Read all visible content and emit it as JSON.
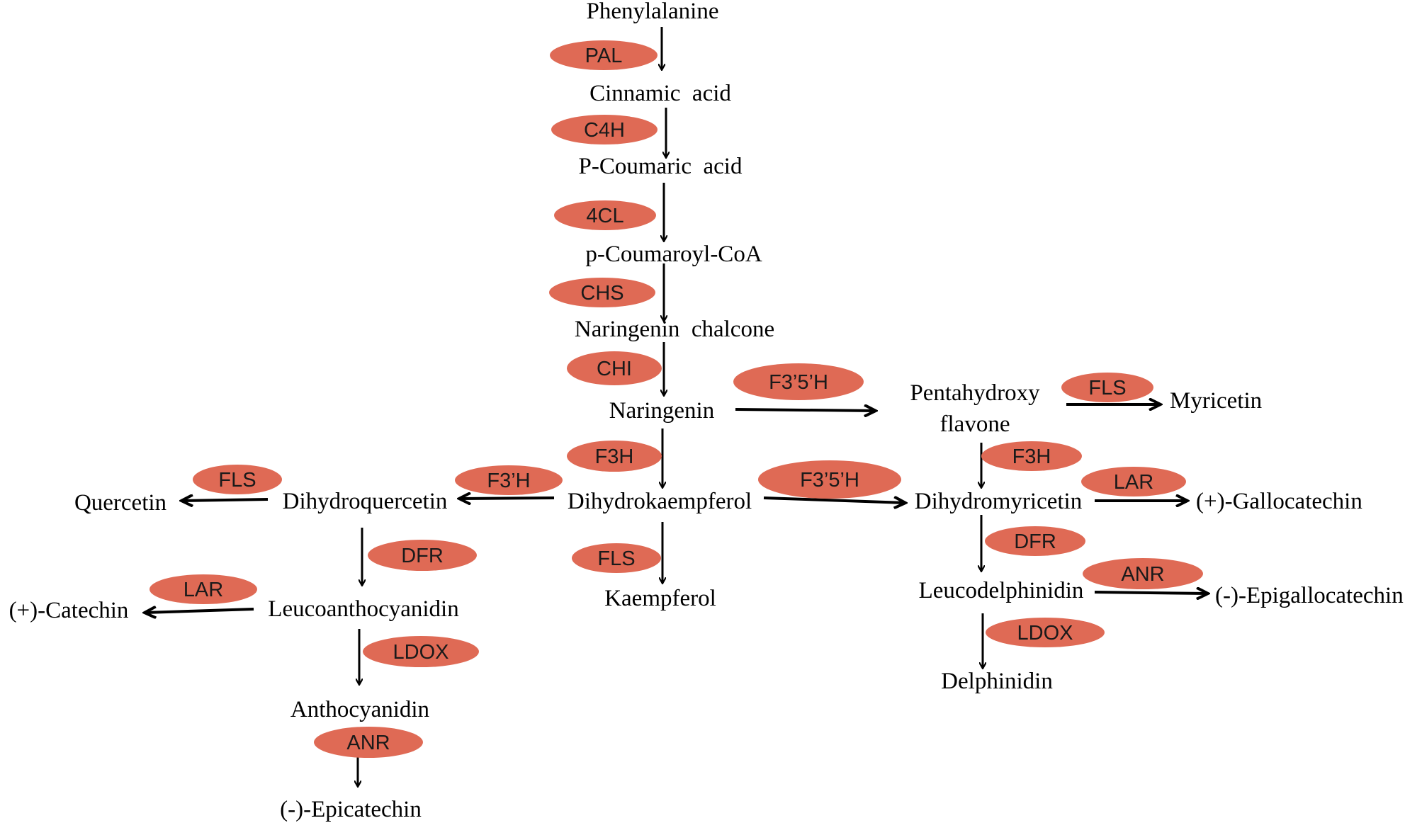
{
  "colors": {
    "enzyme_fill": "#df6a55",
    "arrow": "#000000",
    "text": "#000000"
  },
  "compounds": {
    "phenylalanine": "Phenylalanine",
    "cinnamic_acid": "Cinnamic  acid",
    "p_coumaric_acid": "P-Coumaric  acid",
    "p_coumaroyl_coa": "p-Coumaroyl-CoA",
    "naringenin_chalcone": "Naringenin  chalcone",
    "naringenin": "Naringenin",
    "pentahydroxy_flavone_line1": "Pentahydroxy",
    "pentahydroxy_flavone_line2": "flavone",
    "myricetin": "Myricetin",
    "dihydrokaempferol": "Dihydrokaempferol",
    "dihydroquercetin": "Dihydroquercetin",
    "quercetin": "Quercetin",
    "dihydromyricetin": "Dihydromyricetin",
    "gallocatechin": "(+)-Gallocatechin",
    "kaempferol": "Kaempferol",
    "leucoanthocyanidin": "Leucoanthocyanidin",
    "catechin": "(+)-Catechin",
    "anthocyanidin": "Anthocyanidin",
    "epicatechin": "(-)-Epicatechin",
    "leucodelphinidin": "Leucodelphinidin",
    "epigallocatechin": "(-)-Epigallocatechin",
    "delphinidin": "Delphinidin"
  },
  "enzymes": {
    "pal": "PAL",
    "c4h": "C4H",
    "cl4": "4CL",
    "chs": "CHS",
    "chi": "CHI",
    "f35h_top": "F3’5’H",
    "fls_myricetin": "FLS",
    "f3h_left": "F3H",
    "f3h_right": "F3H",
    "f3h_prime": "F3’H",
    "fls_quercetin": "FLS",
    "f35h_bottom": "F3’5’H",
    "lar_gallocatechin": "LAR",
    "fls_kaempferol": "FLS",
    "dfr_left": "DFR",
    "dfr_right": "DFR",
    "lar_catechin": "LAR",
    "anr_epigallocatechin": "ANR",
    "ldox_left": "LDOX",
    "ldox_right": "LDOX",
    "anr_epicatechin": "ANR"
  }
}
